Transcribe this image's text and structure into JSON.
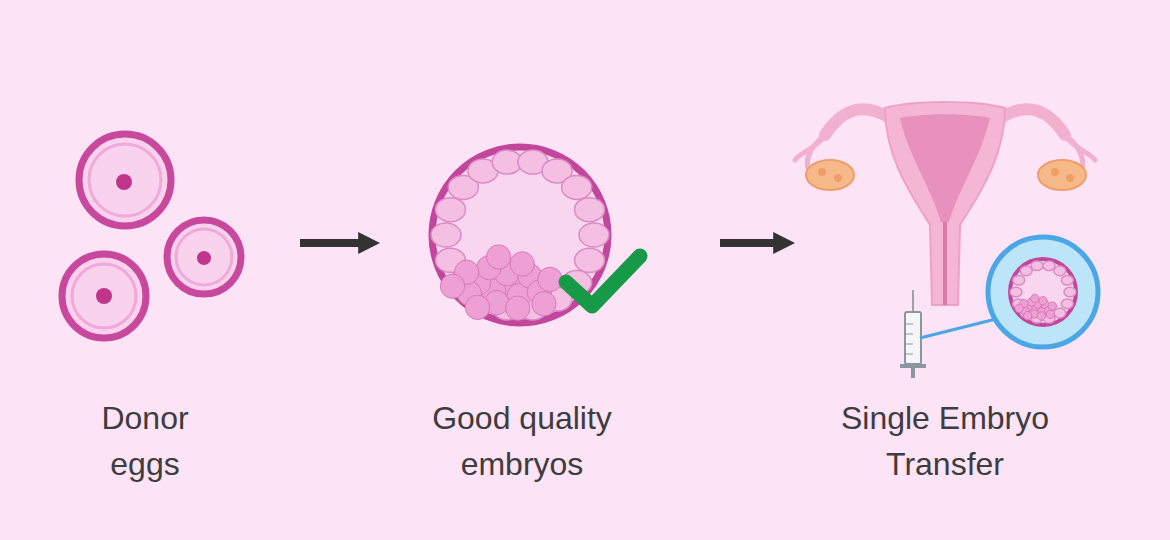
{
  "diagram": {
    "nodes": [
      {
        "text": [
          "Donor eggs"
        ]
      },
      {
        "text": [
          "Good quality embryos"
        ]
      },
      {
        "text": [
          "Single Embryo Transfer"
        ]
      }
    ],
    "edges": [
      {
        "from": 0,
        "to": 1,
        "arrow": "to"
      },
      {
        "from": 1,
        "to": 2,
        "arrow": "to"
      }
    ]
  }
}
